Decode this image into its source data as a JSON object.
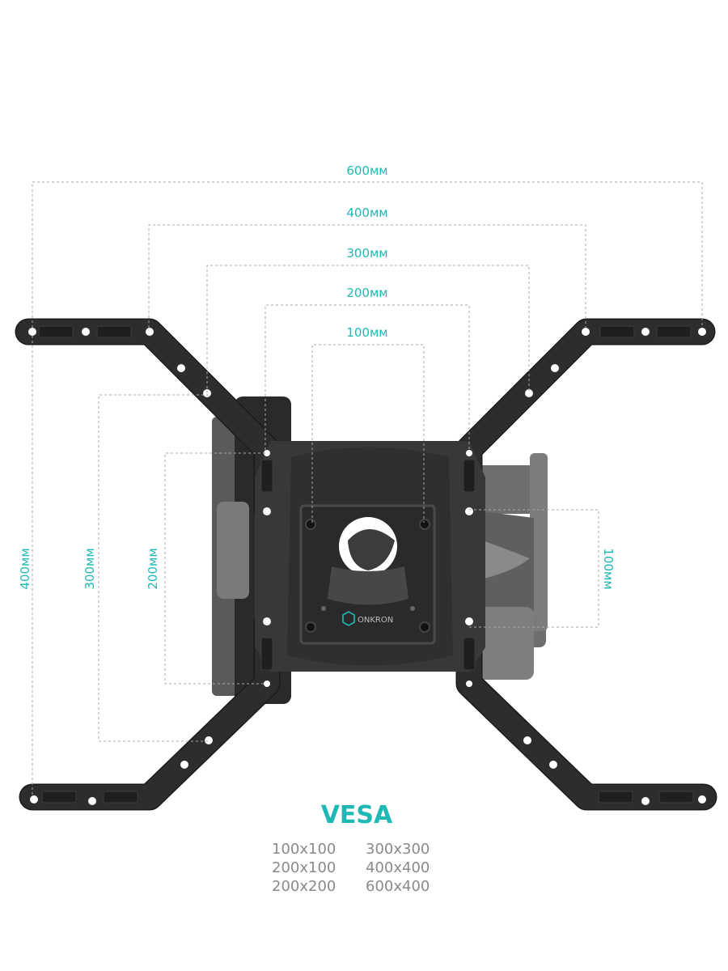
{
  "dimensions": {
    "horizontal": [
      "600мм",
      "400мм",
      "300мм",
      "200мм",
      "100мм"
    ],
    "vertical": [
      "400мм",
      "300мм",
      "200мм",
      "100мм"
    ]
  },
  "brand": "ONKRON",
  "vesa": {
    "title": "VESA",
    "left_column": [
      "100x100",
      "200x100",
      "200x200"
    ],
    "right_column": [
      "300x300",
      "400x400",
      "600x400"
    ]
  },
  "colors": {
    "accent": "#1fb8b4",
    "metal": "#2d2d2f",
    "text_gray": "#8a8a8a"
  }
}
